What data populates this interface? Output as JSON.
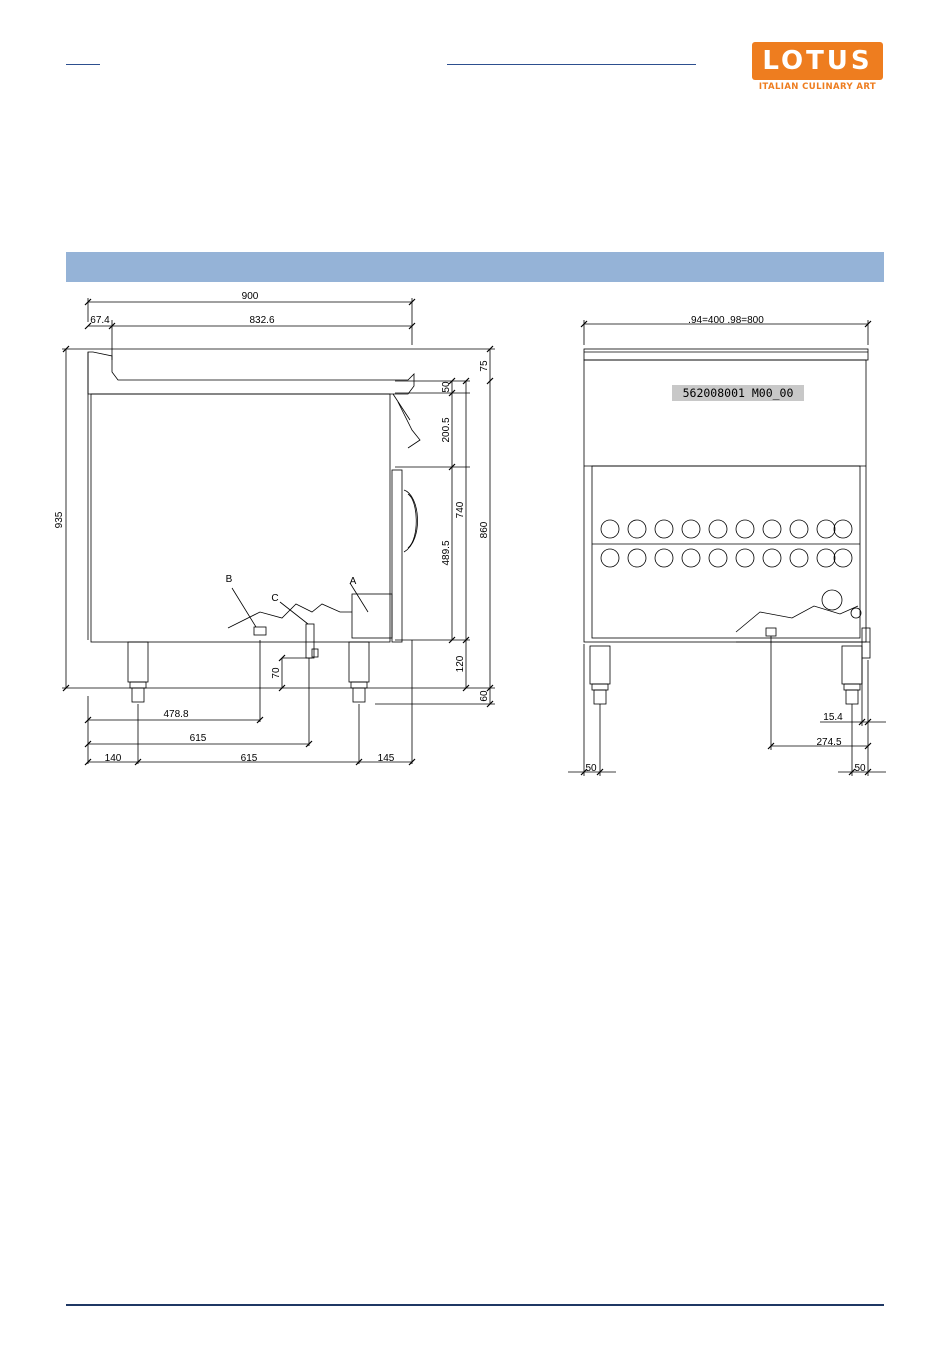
{
  "brand": {
    "logo_text": "LOTUS",
    "tagline": "ITALIAN CULINARY ART",
    "colors": {
      "brand_orange": "#ee7d1f",
      "band_blue": "#95b3d7",
      "rule_navy": "#1f3864"
    }
  },
  "side_view": {
    "dims": {
      "overall_width": "900",
      "offset_left": "67.4",
      "top_width": "832.6",
      "height_total": "935",
      "top_edge": "75",
      "panel_gap": "50",
      "panel_height": "200.5",
      "door_height": "489.5",
      "cabinet_height": "740",
      "full_height": "860",
      "plinth": "120",
      "foot": "60",
      "drain_height": "70",
      "conn_b": "478.8",
      "conn_c": "615",
      "left_foot": "140",
      "foot_spacing": "615",
      "right_foot": "145"
    },
    "labels": {
      "a": "A",
      "b": "B",
      "c": "C"
    }
  },
  "front_view": {
    "dims": {
      "width": ".94=400 .98=800",
      "foot_left": "50",
      "conn_offset": "15.4",
      "conn_distance": "274.5",
      "foot_right": "50"
    },
    "code": "562008001 M00_00"
  }
}
